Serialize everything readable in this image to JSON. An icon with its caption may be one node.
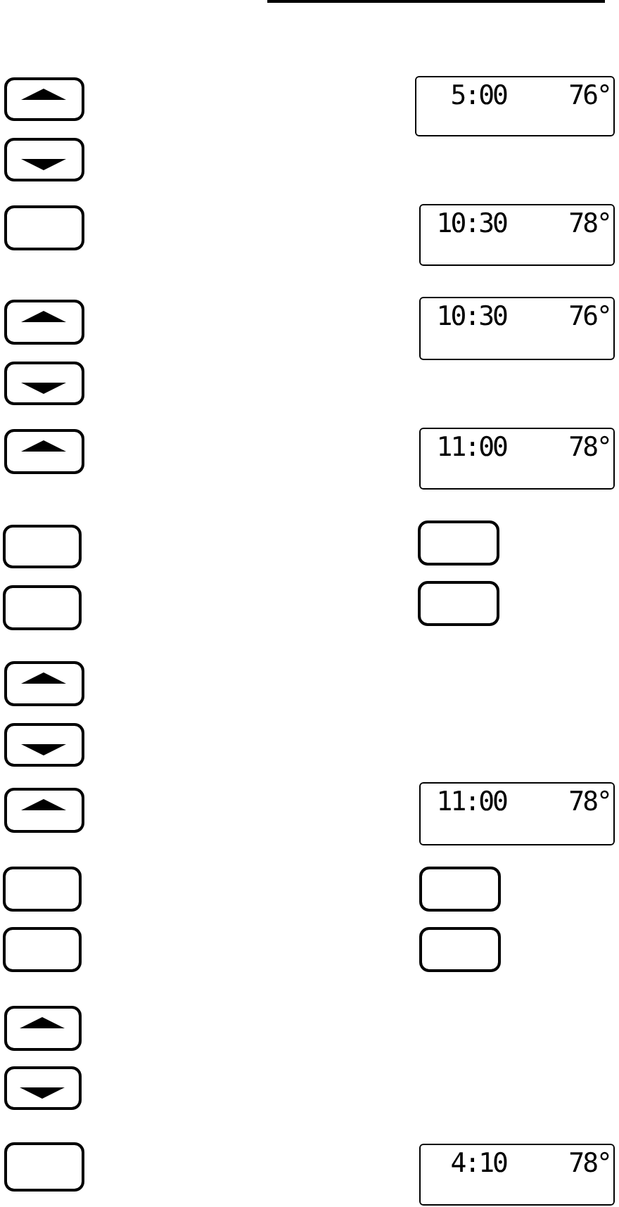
{
  "diagram": {
    "nodes": [
      {
        "text": [],
        "shape": "box"
      },
      {
        "text": [
          "5:00",
          "76°"
        ]
      },
      {
        "text": [],
        "shape": "box"
      },
      {
        "text": [],
        "shape": "box"
      },
      {
        "text": [
          "10:30",
          "78°"
        ]
      },
      {
        "text": [],
        "shape": "box"
      },
      {
        "text": [
          "10:30",
          "76°"
        ]
      },
      {
        "text": [],
        "shape": "box"
      },
      {
        "text": [],
        "shape": "box"
      },
      {
        "text": [
          "11:00",
          "78°"
        ]
      },
      {
        "text": [],
        "shape": "box"
      },
      {
        "text": [],
        "shape": "box"
      },
      {
        "text": [],
        "shape": "box"
      },
      {
        "text": [],
        "shape": "box"
      },
      {
        "text": [],
        "shape": "box"
      },
      {
        "text": [],
        "shape": "box"
      },
      {
        "text": [],
        "shape": "box"
      },
      {
        "text": [
          "11:00",
          "78°"
        ]
      },
      {
        "text": [],
        "shape": "box"
      },
      {
        "text": [],
        "shape": "box"
      },
      {
        "text": [],
        "shape": "box"
      },
      {
        "text": [],
        "shape": "box"
      },
      {
        "text": [],
        "shape": "box"
      },
      {
        "text": [],
        "shape": "box"
      },
      {
        "text": [],
        "shape": "box"
      },
      {
        "text": [
          "4:10",
          "78°"
        ]
      }
    ],
    "edges": []
  }
}
